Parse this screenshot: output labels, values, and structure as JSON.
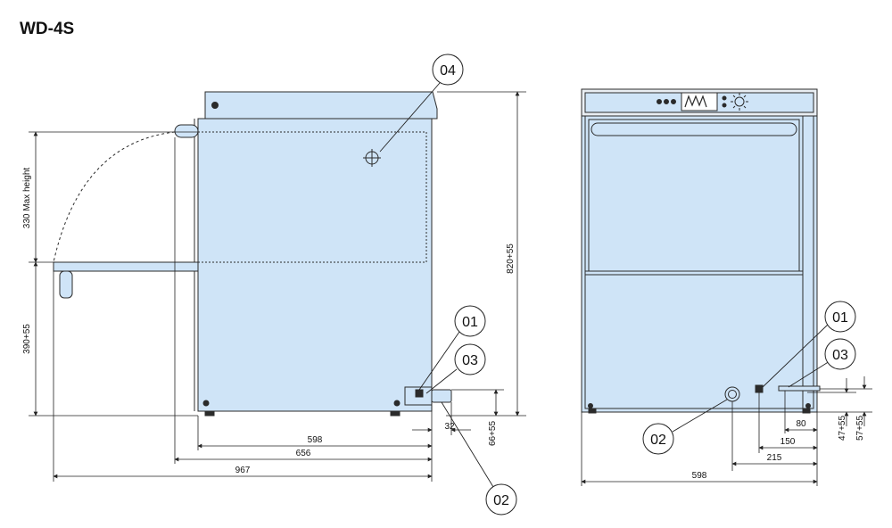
{
  "title": "WD-4S",
  "colors": {
    "body_fill": "#cfe4f7",
    "outline": "#2b2b2b",
    "panel_fill": "#e9eef3",
    "bg": "#ffffff"
  },
  "callouts": {
    "c01": "01",
    "c02": "02",
    "c03": "03",
    "c04": "04"
  },
  "dimensions": {
    "max_height": "330 Max height",
    "lower_height": "390+55",
    "total_height": "820+55",
    "outlet_height": "66+55",
    "side_depth": "598",
    "side_depth_outlet": "656",
    "side_depth_open": "967",
    "side_offset": "32",
    "front_width": "598",
    "front_80": "80",
    "front_150": "150",
    "front_215": "215",
    "front_47": "47+55",
    "front_57": "57+55"
  },
  "icons": [
    "drain-hose-icon",
    "water-inlet-icon",
    "electrical-connection-icon",
    "detergent-inlet-icon"
  ]
}
